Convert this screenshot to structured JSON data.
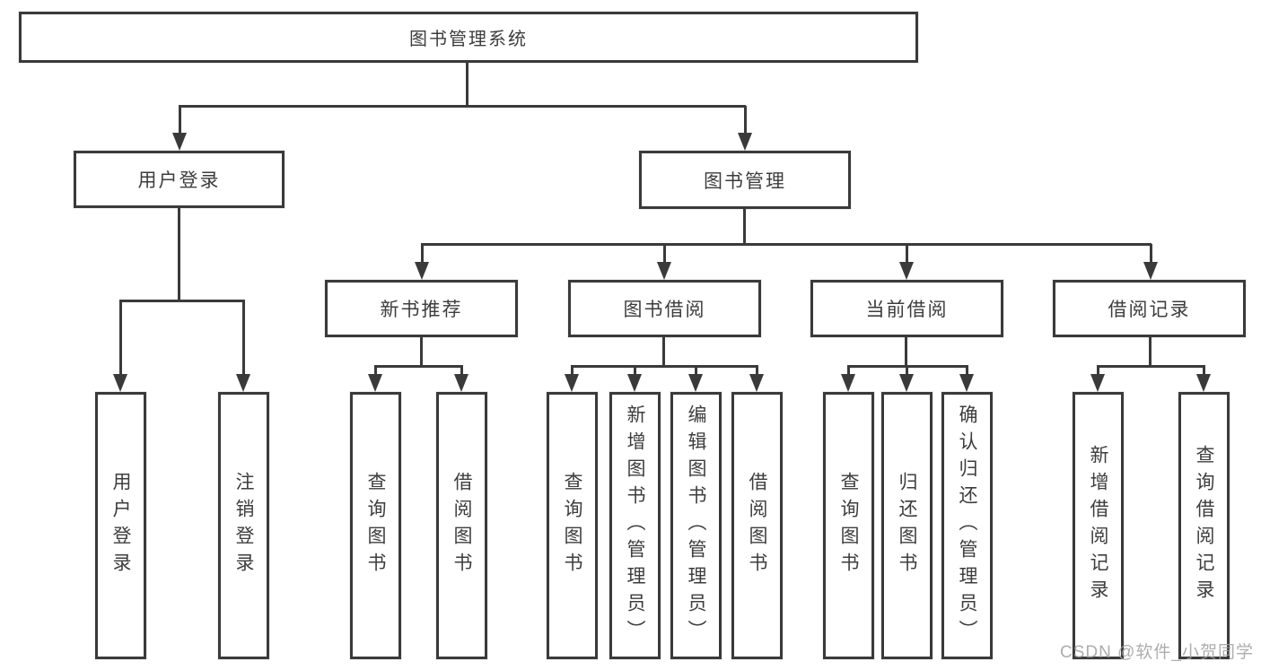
{
  "diagram_title": "图书管理系统",
  "tree": {
    "root": {
      "label": "图书管理系统"
    },
    "branches": [
      {
        "label": "用户登录",
        "children": [
          {
            "label": "用户登录"
          },
          {
            "label": "注销登录"
          }
        ]
      },
      {
        "label": "图书管理",
        "children": [
          {
            "label": "新书推荐",
            "children": [
              {
                "label": "查询图书"
              },
              {
                "label": "借阅图书"
              }
            ]
          },
          {
            "label": "图书借阅",
            "children": [
              {
                "label": "查询图书"
              },
              {
                "label": "新增图书（管理员）"
              },
              {
                "label": "编辑图书（管理员）"
              },
              {
                "label": "借阅图书"
              }
            ]
          },
          {
            "label": "当前借阅",
            "children": [
              {
                "label": "查询图书"
              },
              {
                "label": "归还图书"
              },
              {
                "label": "确认归还（管理员）"
              }
            ]
          },
          {
            "label": "借阅记录",
            "children": [
              {
                "label": "新增借阅记录"
              },
              {
                "label": "查询借阅记录"
              }
            ]
          }
        ]
      }
    ]
  },
  "watermark": "CSDN @软件_小贺同学",
  "colors": {
    "line": "#3a3a3a",
    "text": "#3d3d3d",
    "watermark": "#9f9f9f",
    "background": "#ffffff"
  }
}
